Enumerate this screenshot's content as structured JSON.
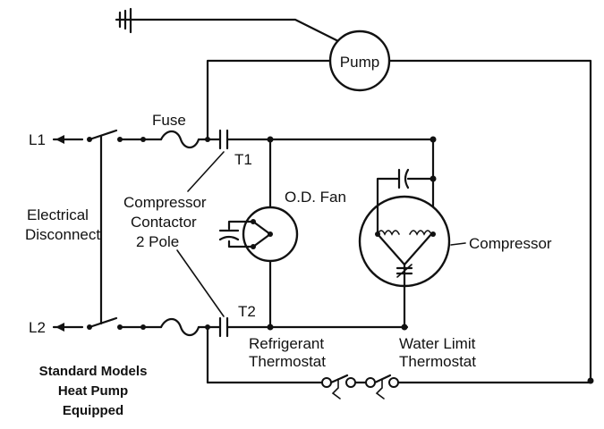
{
  "labels": {
    "pump": "Pump",
    "fuse": "Fuse",
    "l1": "L1",
    "l2": "L2",
    "t1": "T1",
    "t2": "T2",
    "electrical_disconnect": [
      "Electrical",
      "Disconnect"
    ],
    "compressor_contactor": [
      "Compressor",
      "Contactor",
      "2 Pole"
    ],
    "od_fan": "O.D. Fan",
    "compressor": "Compressor",
    "refrigerant_thermostat": [
      "Refrigerant",
      "Thermostat"
    ],
    "water_limit_thermostat": [
      "Water Limit",
      "Thermostat"
    ],
    "standard_models": [
      "Standard Models",
      "Heat Pump",
      "Equipped"
    ]
  }
}
